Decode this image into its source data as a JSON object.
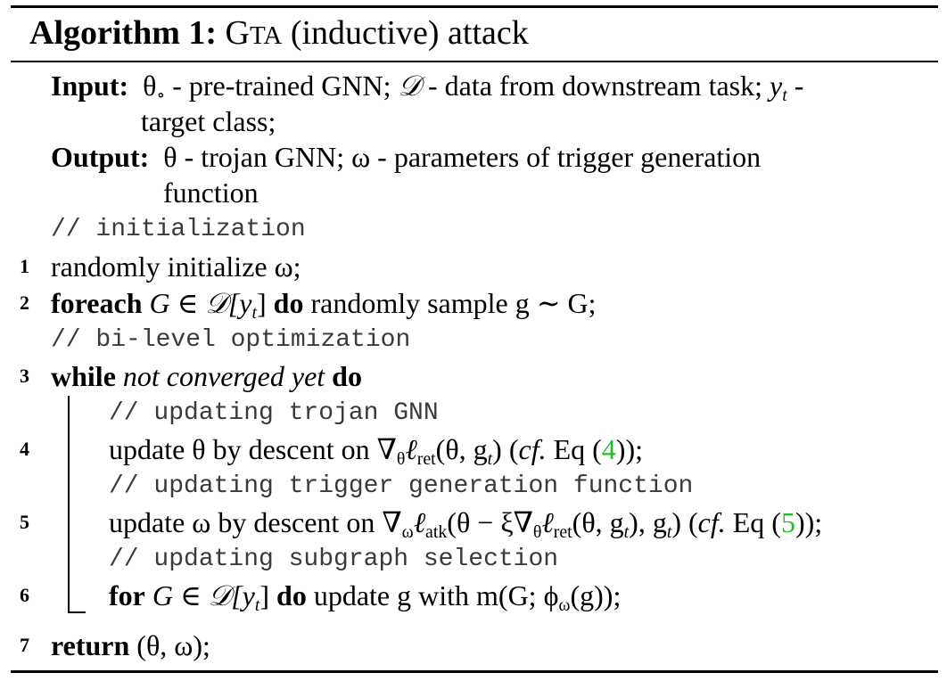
{
  "algorithm": {
    "label": "Algorithm 1:",
    "name_cap": "G",
    "name_rest": "TA",
    "title_rest": "(inductive) attack"
  },
  "io": {
    "input_label": "Input:",
    "input_theta": "θ",
    "input_circ": "∘",
    "input_t1": " - pre-trained GNN; ",
    "input_D": "𝒟",
    "input_t2": " - data from downstream task; ",
    "input_y": "y",
    "input_t": "t",
    "input_t3": " -",
    "input_cont": "target class;",
    "output_label": "Output:",
    "output_t1": "θ - trojan GNN; ω - parameters of trigger generation",
    "output_cont": "function"
  },
  "lines": {
    "c_init": "// initialization",
    "n1": "1",
    "l1": "randomly initialize ω;",
    "n2": "2",
    "l2_kw": "foreach",
    "l2_expr": "G ∈ 𝒟[y",
    "l2_t": "t",
    "l2_close": "]",
    "l2_do": "do",
    "l2_rest": "randomly sample g ∼ G;",
    "c_bilevel": "// bi-level optimization",
    "n3": "3",
    "l3_kw": "while",
    "l3_cond": "not converged yet",
    "l3_do": "do",
    "c_gnn": "// updating trojan GNN",
    "n4": "4",
    "l4_a": "update θ by descent on ∇",
    "l4_sub1": "θ",
    "l4_b": "ℓ",
    "l4_sub2": "ret",
    "l4_c": "(θ, g",
    "l4_sub3": "t",
    "l4_d": ") (",
    "l4_cf": "cf.",
    "l4_e": " Eq (",
    "l4_ref": "4",
    "l4_f": "));",
    "c_trigger": "// updating trigger generation function",
    "n5": "5",
    "l5_a": "update ω by descent on ∇",
    "l5_sub1": "ω",
    "l5_b": "ℓ",
    "l5_sub2": "atk",
    "l5_c": "(θ − ξ∇",
    "l5_sub3": "θ",
    "l5_d": "ℓ",
    "l5_sub4": "ret",
    "l5_e": "(θ, g",
    "l5_sub5": "t",
    "l5_f": "), g",
    "l5_sub6": "t",
    "l5_g": ") (",
    "l5_cf": "cf.",
    "l5_h": " Eq (",
    "l5_ref": "5",
    "l5_i": "));",
    "c_subgraph": "// updating subgraph selection",
    "n6": "6",
    "l6_kw": "for",
    "l6_expr": "G ∈ 𝒟[y",
    "l6_t": "t",
    "l6_close": "]",
    "l6_do": "do",
    "l6_rest": "update g with m(G; ϕ",
    "l6_sub": "ω",
    "l6_end": "(g));",
    "n7": "7",
    "l7_kw": "return",
    "l7_rest": "(θ, ω);"
  },
  "colors": {
    "eq_ref": "#2eb82e",
    "comment": "#3a3a3a"
  }
}
